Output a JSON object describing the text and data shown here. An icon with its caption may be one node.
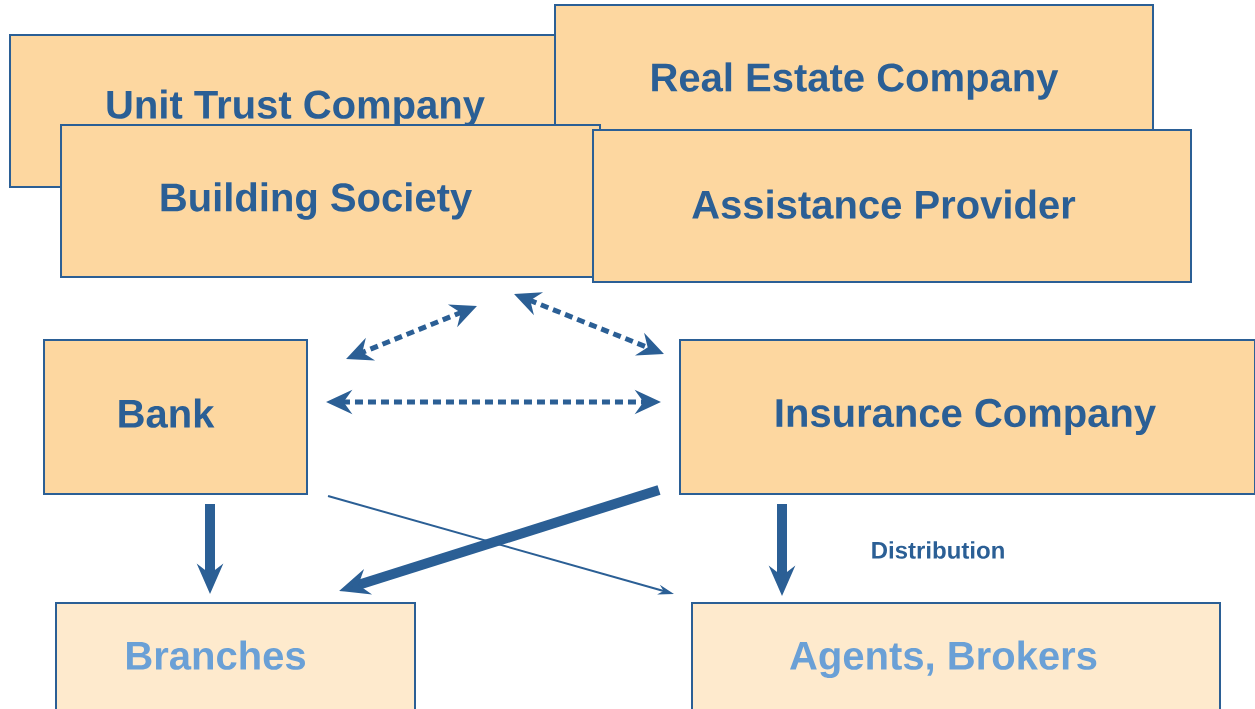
{
  "diagram": {
    "nodes": [
      {
        "text": [
          "Unit Trust Company"
        ]
      },
      {
        "text": [
          "Real Estate Company"
        ]
      },
      {
        "text": [
          "Building Society"
        ]
      },
      {
        "text": [
          "Assistance Provider"
        ]
      },
      {
        "text": [
          "Bank"
        ]
      },
      {
        "text": [
          "Insurance Company"
        ]
      },
      {
        "text": [
          "Branches"
        ]
      },
      {
        "text": [
          "Agents, Brokers"
        ]
      }
    ],
    "edges": [
      {
        "from": 2,
        "to": 4,
        "arrow": "both",
        "style": "dashed"
      },
      {
        "from": 2,
        "to": 5,
        "arrow": "both",
        "style": "dashed"
      },
      {
        "from": 4,
        "to": 5,
        "arrow": "both",
        "style": "dashed"
      },
      {
        "from": 4,
        "to": 6,
        "arrow": "to",
        "style": "thick"
      },
      {
        "from": 5,
        "to": 6,
        "arrow": "to",
        "style": "thick"
      },
      {
        "from": 4,
        "to": 7,
        "arrow": "to"
      },
      {
        "from": 5,
        "to": 7,
        "arrow": "to",
        "style": "thick",
        "label": "Distribution"
      }
    ]
  }
}
